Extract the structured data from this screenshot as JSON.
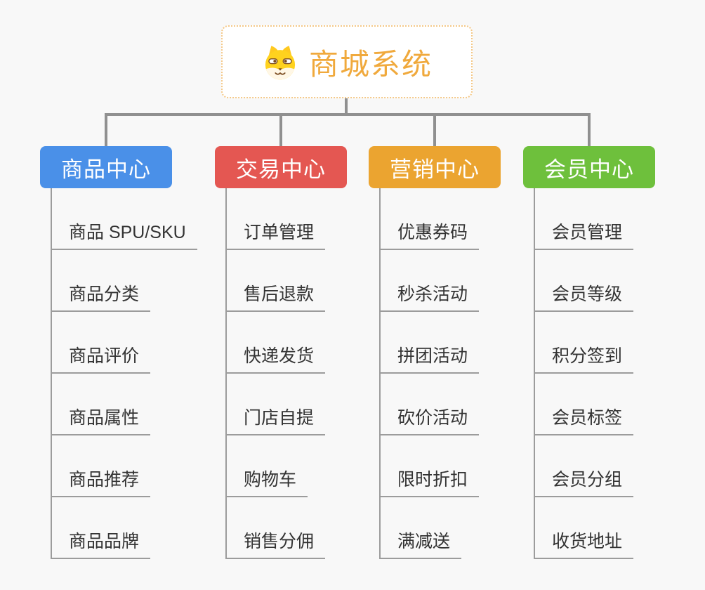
{
  "canvas": {
    "background": "#f8f8f8",
    "connector_color": "#909090",
    "item_line_color": "#9c9c9c",
    "item_text_color": "#333333"
  },
  "root": {
    "label": "商城系统",
    "icon": "shiba-dog-icon",
    "text_color": "#f0a93c",
    "border_color": "#f4c887",
    "background": "#ffffff"
  },
  "branches": [
    {
      "label": "商品中心",
      "color": "#4a90e8",
      "items": [
        "商品 SPU/SKU",
        "商品分类",
        "商品评价",
        "商品属性",
        "商品推荐",
        "商品品牌"
      ]
    },
    {
      "label": "交易中心",
      "color": "#e45752",
      "items": [
        "订单管理",
        "售后退款",
        "快递发货",
        "门店自提",
        "购物车",
        "销售分佣"
      ]
    },
    {
      "label": "营销中心",
      "color": "#eba430",
      "items": [
        "优惠券码",
        "秒杀活动",
        "拼团活动",
        "砍价活动",
        "限时折扣",
        "满减送"
      ]
    },
    {
      "label": "会员中心",
      "color": "#6ec03c",
      "items": [
        "会员管理",
        "会员等级",
        "积分签到",
        "会员标签",
        "会员分组",
        "收货地址"
      ]
    }
  ]
}
